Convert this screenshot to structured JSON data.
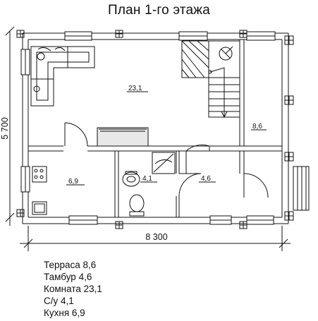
{
  "title": "План 1-го этажа",
  "dimensions": {
    "width": "8 300",
    "height": "5 700"
  },
  "rooms": {
    "room_main": "23,1",
    "terrace": "8,6",
    "kitchen": "6,9",
    "bathroom": "4,1",
    "vestibule": "4,6"
  },
  "legend": [
    "Терраса 8,6",
    "Тамбур 4,6",
    "Комната 23,1",
    "С/у 4,1",
    "Кухня 6,9"
  ]
}
